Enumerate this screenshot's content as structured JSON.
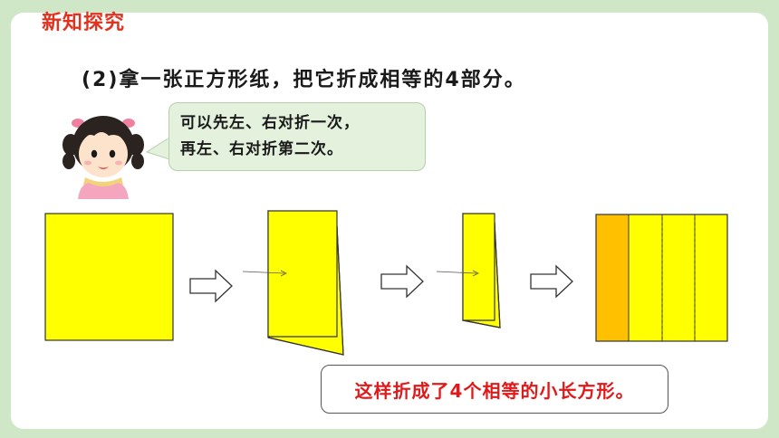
{
  "header": {
    "section_title": "新知探究"
  },
  "question": {
    "text": "(2)拿一张正方形纸，把它折成相等的4部分。"
  },
  "speech_bubble": {
    "line1": "可以先左、右对折一次，",
    "line2": "再左、右对折第二次。"
  },
  "result": {
    "text": "这样折成了4个相等的小长方形。"
  },
  "colors": {
    "background": "#cfe6c7",
    "title_red": "#e0321e",
    "paper_yellow": "#ffff00",
    "fold_orange": "#ffc000",
    "result_red": "#e0191b"
  },
  "icons": {
    "character": "girl-avatar",
    "arrows": "right-arrow-icon"
  }
}
